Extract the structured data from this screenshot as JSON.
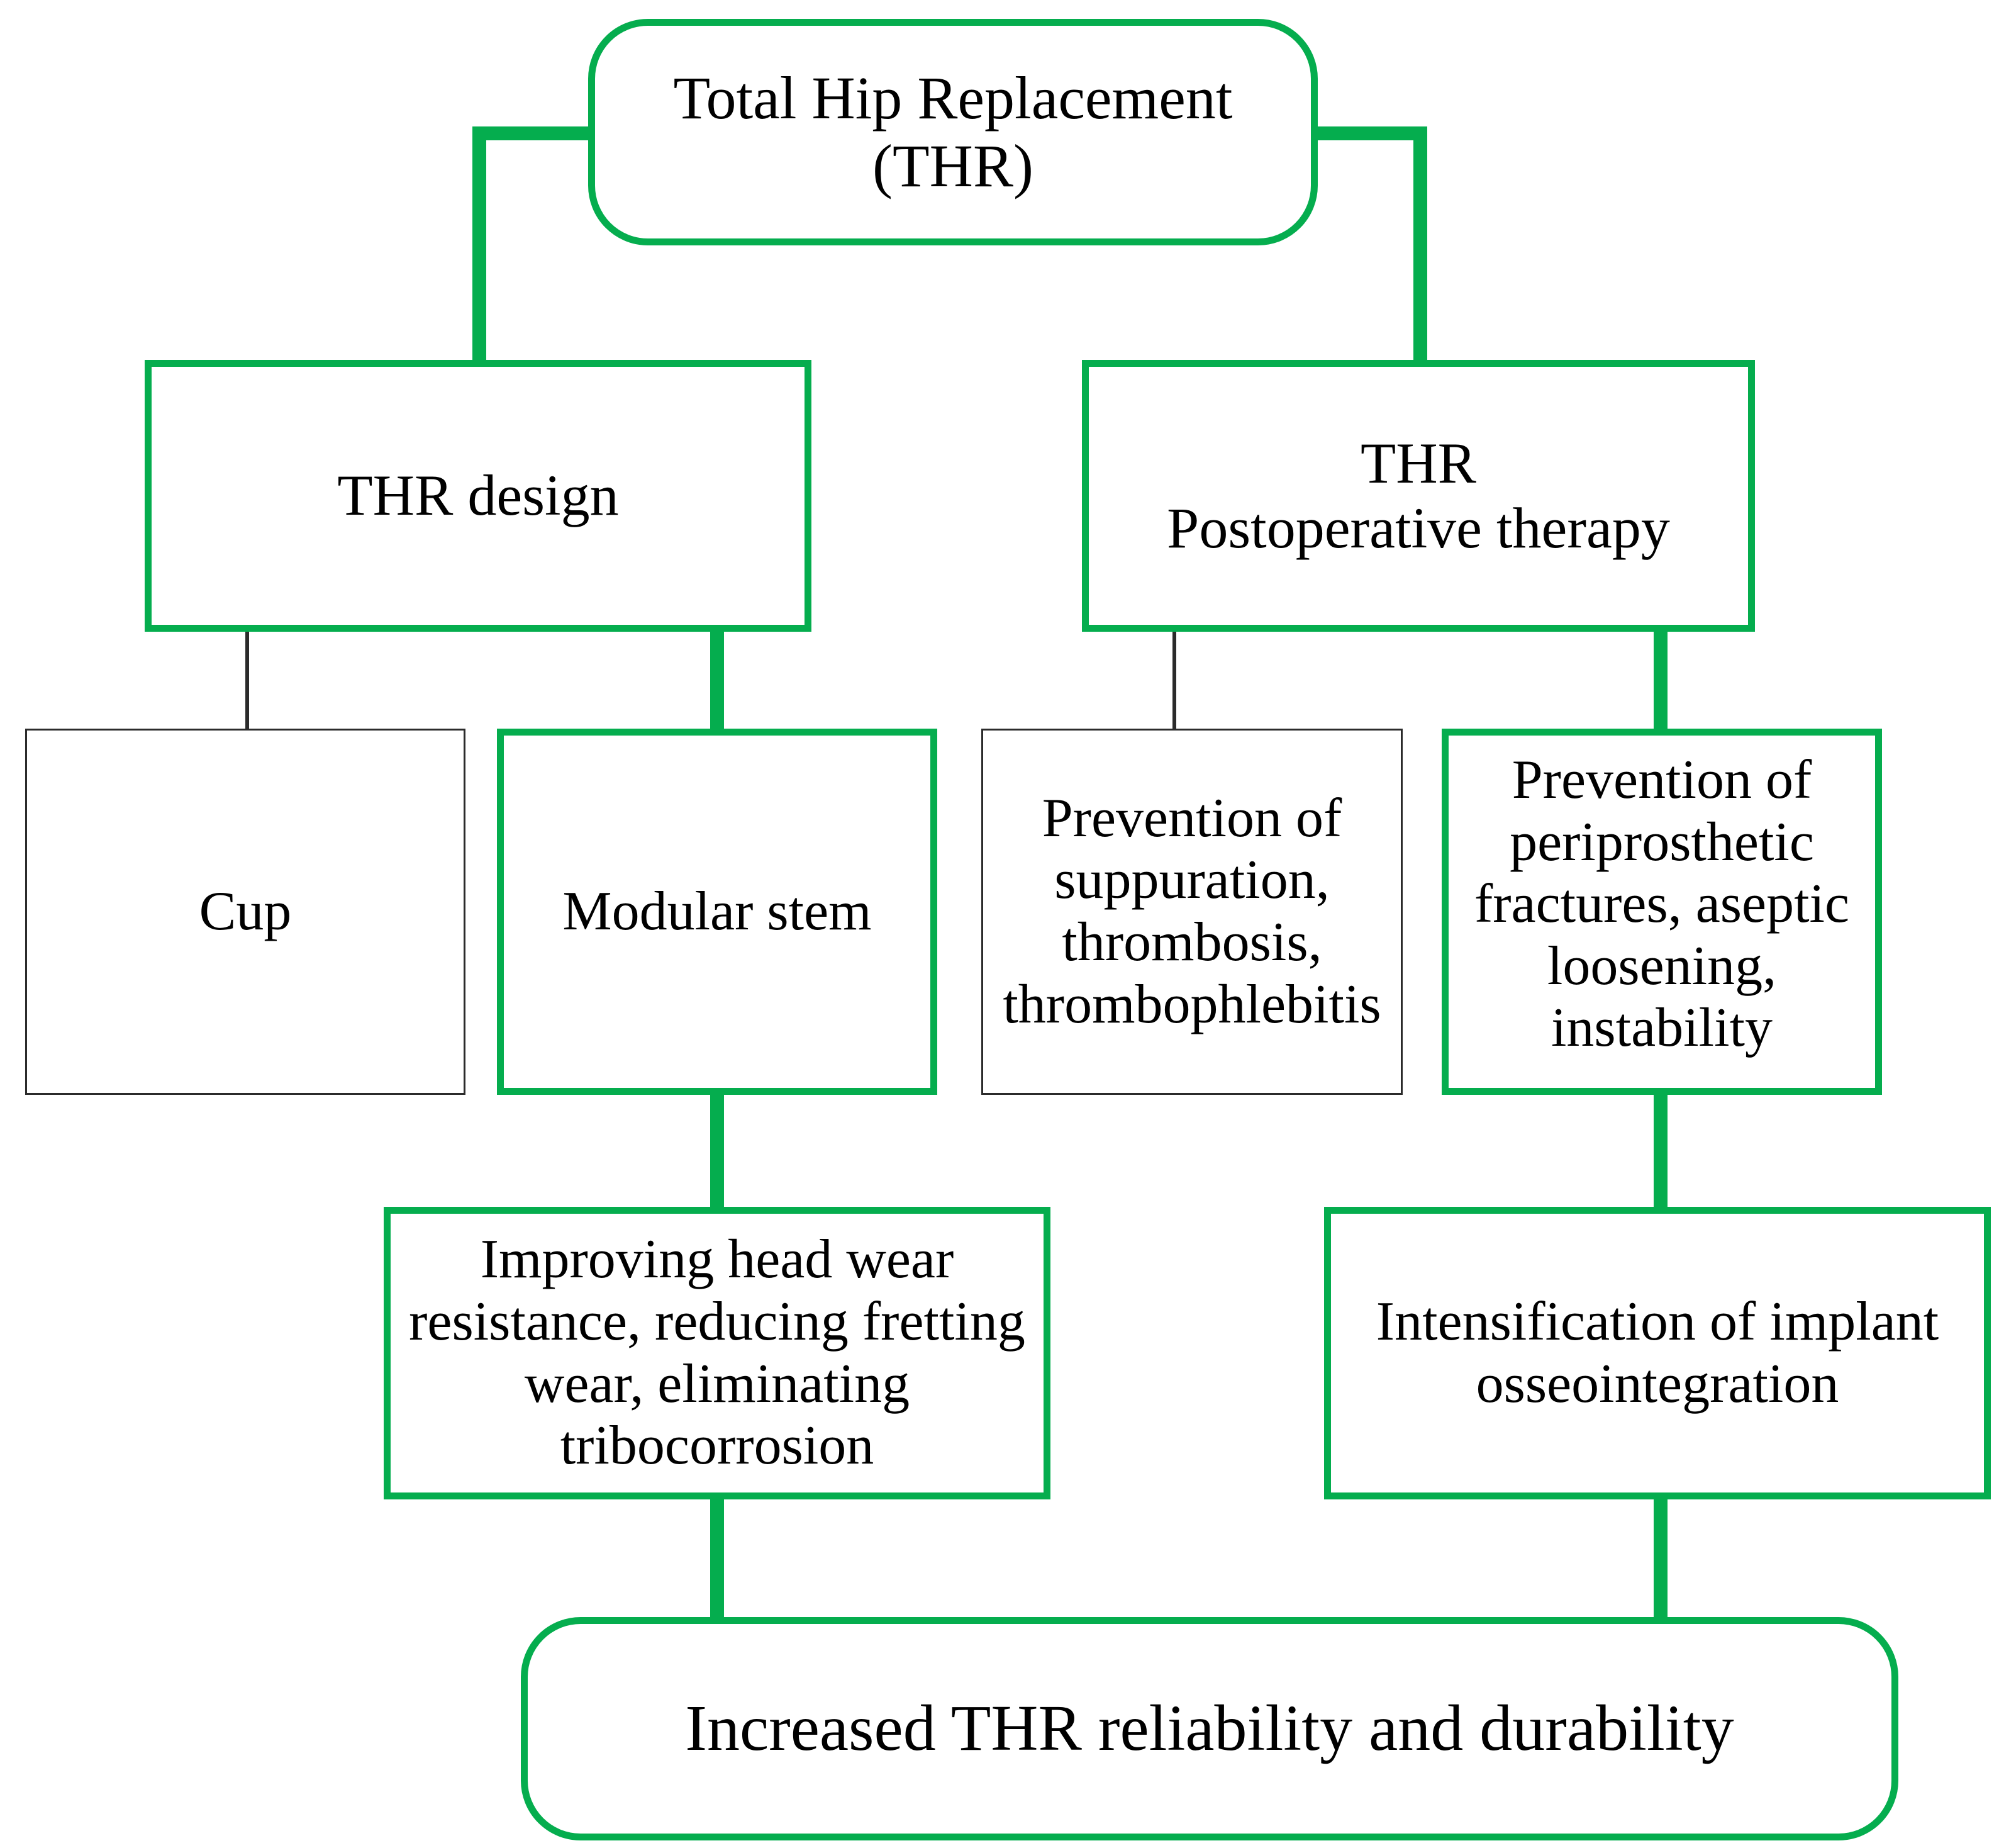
{
  "diagram": {
    "title": "Total Hip Replacement flowchart",
    "accent_color": "#05AD4E",
    "secondary_border_color": "#2b2b2b",
    "background_color": "#ffffff",
    "text_color": "#000000",
    "nodes": {
      "root": {
        "label": "Total Hip Replacement\n(THR)",
        "shape": "rounded-rectangle",
        "border": "green-thick"
      },
      "thr_design": {
        "label": "THR design",
        "shape": "rectangle",
        "border": "green-thick"
      },
      "thr_postop": {
        "label": "THR\nPostoperative therapy",
        "shape": "rectangle",
        "border": "green-thick"
      },
      "cup": {
        "label": "Cup",
        "shape": "rectangle",
        "border": "thin-dark"
      },
      "modular_stem": {
        "label": "Modular stem",
        "shape": "rectangle",
        "border": "green-thick"
      },
      "prevention_suppuration": {
        "label": "Prevention of\nsuppuration,\nthrombosis,\nthrombophlebitis",
        "shape": "rectangle",
        "border": "thin-dark"
      },
      "prevention_periprosthetic": {
        "label": "Prevention of\nperiprosthetic\nfractures, aseptic\nloosening,\ninstability",
        "shape": "rectangle",
        "border": "green-thick"
      },
      "improving_head_wear": {
        "label": "Improving head wear\nresistance, reducing fretting\nwear, eliminating\ntribocorrosion",
        "shape": "rectangle",
        "border": "green-thick"
      },
      "intensification_osseointegration": {
        "label": "Intensification of implant\nosseointegration",
        "shape": "rectangle",
        "border": "green-thick"
      },
      "outcome": {
        "label": "Increased THR reliability and durability",
        "shape": "rounded-rectangle",
        "border": "green-thick"
      }
    },
    "edges": [
      {
        "from": "root",
        "to": "thr_design",
        "style": "green-elbow"
      },
      {
        "from": "root",
        "to": "thr_postop",
        "style": "green-elbow"
      },
      {
        "from": "thr_design",
        "to": "cup",
        "style": "thin-line"
      },
      {
        "from": "thr_design",
        "to": "modular_stem",
        "style": "green-line"
      },
      {
        "from": "thr_postop",
        "to": "prevention_suppuration",
        "style": "thin-line"
      },
      {
        "from": "thr_postop",
        "to": "prevention_periprosthetic",
        "style": "green-line"
      },
      {
        "from": "modular_stem",
        "to": "improving_head_wear",
        "style": "green-line"
      },
      {
        "from": "prevention_periprosthetic",
        "to": "intensification_osseointegration",
        "style": "green-line"
      },
      {
        "from": "improving_head_wear",
        "to": "outcome",
        "style": "green-line"
      },
      {
        "from": "intensification_osseointegration",
        "to": "outcome",
        "style": "green-line"
      }
    ]
  }
}
